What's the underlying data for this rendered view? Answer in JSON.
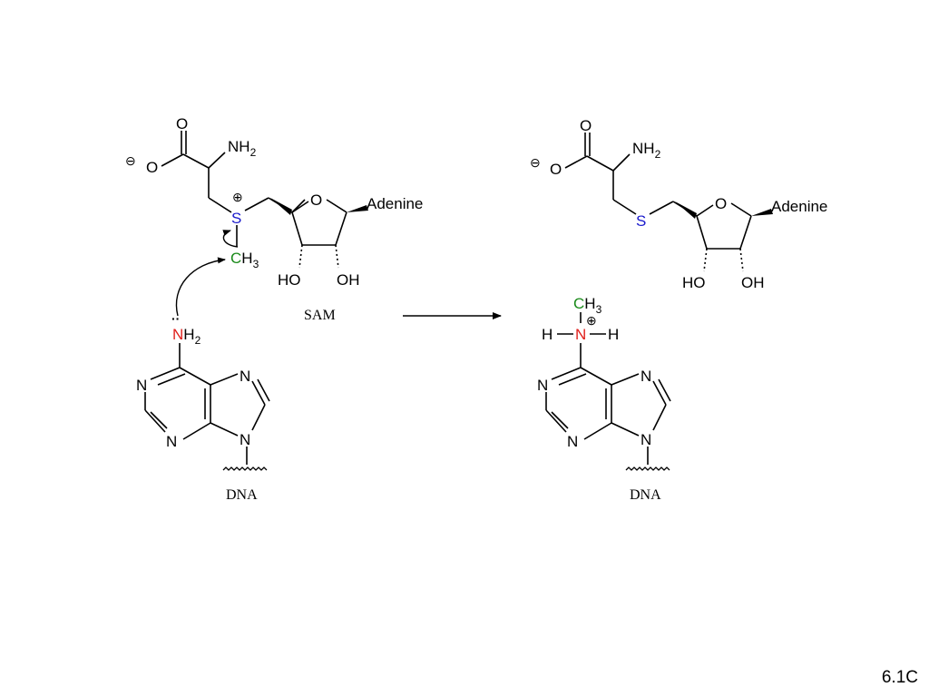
{
  "slide": {
    "number": "6.1C"
  },
  "colors": {
    "sulfur": "#1a1acc",
    "nitrogen": "#e0201c",
    "carbon": "#1a8a1a",
    "bond": "#000000"
  },
  "reactant": {
    "oxygen": "O",
    "carboxylate_oxygen": "O",
    "amine_N": "NH",
    "amine_sub": "2",
    "sulfur": "S",
    "methyl_C": "C",
    "methyl_H": "H",
    "methyl_sub": "3",
    "ring_O": "O",
    "base": "Adenine",
    "hydroxyl_left": "HO",
    "hydroxyl_right": "OH",
    "name": "SAM"
  },
  "dna_left": {
    "amine_N": "N",
    "amine_H": "H",
    "amine_sub": "2",
    "lone_pair": "··",
    "N1": "N",
    "N3": "N",
    "N7": "N",
    "N9": "N",
    "label": "DNA"
  },
  "product": {
    "oxygen": "O",
    "carboxylate_oxygen": "O",
    "amine_N": "NH",
    "amine_sub": "2",
    "sulfur": "S",
    "ring_O": "O",
    "base": "Adenine",
    "hydroxyl_left": "HO",
    "hydroxyl_right": "OH"
  },
  "dna_right": {
    "methyl_C": "C",
    "methyl_H": "H",
    "methyl_sub": "3",
    "N_center": "N",
    "H_left": "H",
    "H_right": "H",
    "N1": "N",
    "N3": "N",
    "N7": "N",
    "N9": "N",
    "label": "DNA"
  },
  "charges": {
    "minus": "⊖",
    "plus": "⊕"
  }
}
